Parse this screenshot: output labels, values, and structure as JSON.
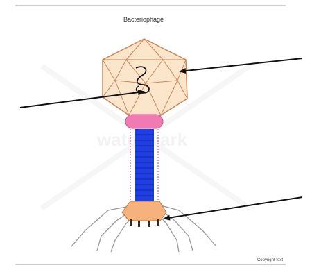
{
  "diagram": {
    "title": "Bacteriophage",
    "footer": "Copyright text",
    "watermark": "watermark",
    "colors": {
      "capsid_fill": "#fbe6cc",
      "capsid_stroke": "#c9875a",
      "collar_fill": "#f07ab1",
      "tail_core": "#1f3fe0",
      "sheath_dots": "#d26aa6",
      "baseplate_fill": "#f6b27c",
      "baseplate_spikes": "#3a2b20",
      "fibers": "#9a9a9a",
      "arrows": "#111111",
      "rules": "#bdbdbd"
    },
    "parts": [
      "capsid",
      "dna",
      "collar",
      "tail-sheath",
      "base-plate",
      "tail-fibers"
    ],
    "pointers": [
      "capsid-pointer",
      "dna-pointer",
      "baseplate-pointer"
    ]
  }
}
